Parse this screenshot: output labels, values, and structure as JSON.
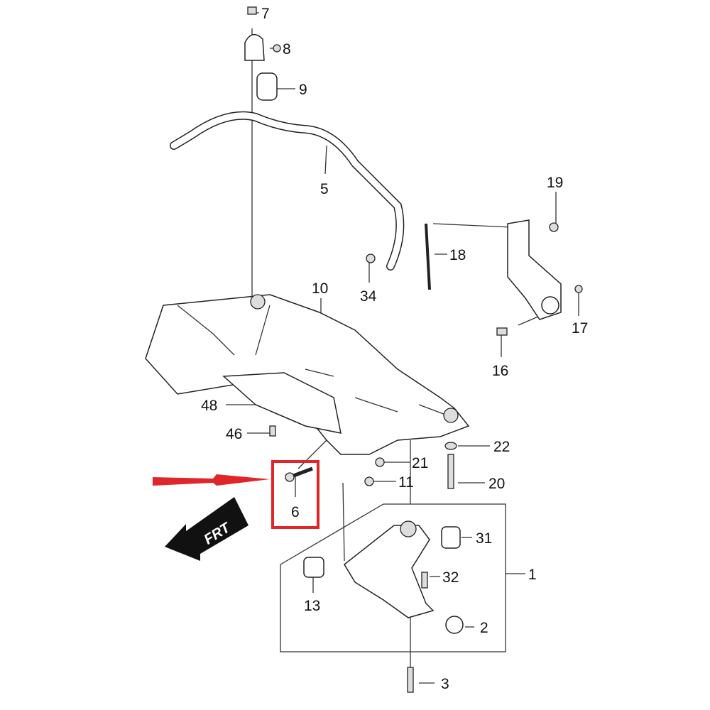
{
  "diagram": {
    "title": "Front suspension crossmember exploded view",
    "callouts": {
      "c7": "7",
      "c8": "8",
      "c9": "9",
      "c5": "5",
      "c18": "18",
      "c19": "19",
      "c34": "34",
      "c10": "10",
      "c17": "17",
      "c16": "16",
      "c48": "48",
      "c46": "46",
      "c22": "22",
      "c21": "21",
      "c20": "20",
      "c11": "11",
      "c6": "6",
      "c31": "31",
      "c1": "1",
      "c32": "32",
      "c13": "13",
      "c2": "2",
      "c3": "3"
    },
    "front_arrow_label": "FRT",
    "highlight_color": "#e0262b",
    "highlighted_part": "6"
  }
}
